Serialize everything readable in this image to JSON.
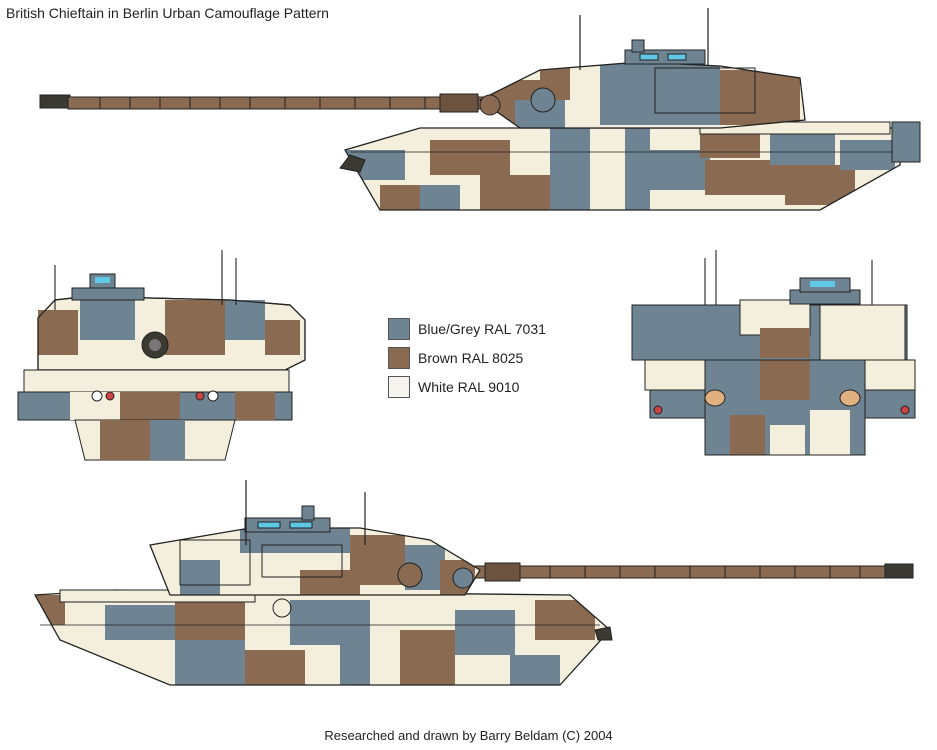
{
  "title": "British Chieftain in Berlin Urban Camouflage Pattern",
  "credit": "Researched and drawn by Barry Beldam (C) 2004",
  "colors": {
    "bluegrey": "#6f8493",
    "brown": "#8a6b52",
    "white": "#f3efdc",
    "outline": "#222222",
    "barrel": "#8a6b52",
    "glass": "#5fc8e6"
  },
  "legend": [
    {
      "label": "Blue/Grey RAL 7031",
      "color": "#6f8493"
    },
    {
      "label": "Brown RAL 8025",
      "color": "#8a6b52"
    },
    {
      "label": "White RAL 9010",
      "color": "#f6f4ee"
    }
  ]
}
